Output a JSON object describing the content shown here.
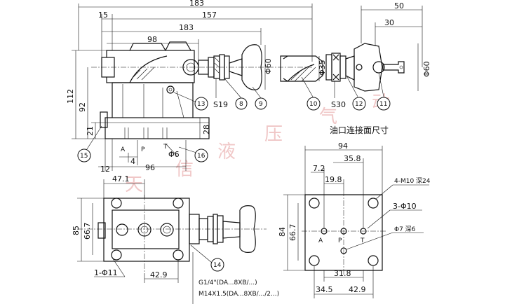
{
  "dimensions": {
    "top_183": "183",
    "top_157": "157",
    "top_15": "15",
    "inner_183": "183",
    "inner_98": "98",
    "right_50": "50",
    "right_30": "30",
    "dia_60_left": "Φ60",
    "dia_35": "Φ35",
    "dia_60_right": "Φ60",
    "height_112": "112",
    "height_92": "92",
    "height_21": "21",
    "height_28": "28",
    "bottom_4": "4",
    "bottom_96": "96",
    "bottom_12": "12",
    "dia_6": "Φ6",
    "plan_47_1": "47.1",
    "plan_85": "85",
    "plan_66_7": "66.7",
    "plan_42_9": "42.9",
    "plan_1_dia11": "1-Φ11",
    "face_94": "94",
    "face_35_8": "35.8",
    "face_7_2": "7.2",
    "face_19_8": "19.8",
    "face_84": "84",
    "face_66_7": "66.7",
    "face_31_8": "31.8",
    "face_34_5": "34.5",
    "face_42_9": "42.9",
    "face_m10": "4-M10 深24",
    "face_3dia10": "3-Φ10",
    "face_dia7": "Φ7 深6"
  },
  "labels": {
    "S19": "S19",
    "S30": "S30",
    "A": "A",
    "P": "P",
    "T": "T",
    "face_A": "A",
    "face_P": "P",
    "face_T": "T"
  },
  "balloons": [
    "8",
    "9",
    "10",
    "11",
    "12",
    "13",
    "14",
    "15",
    "16"
  ],
  "mounting_face_title": "油口连接面尺寸",
  "thread_notes": [
    "G1/4\"(DA...8XB/...)",
    "M14X1.5(DA...8XB/.../2...)"
  ],
  "watermark": [
    "天",
    "信",
    "液",
    "压",
    "气",
    "动"
  ]
}
